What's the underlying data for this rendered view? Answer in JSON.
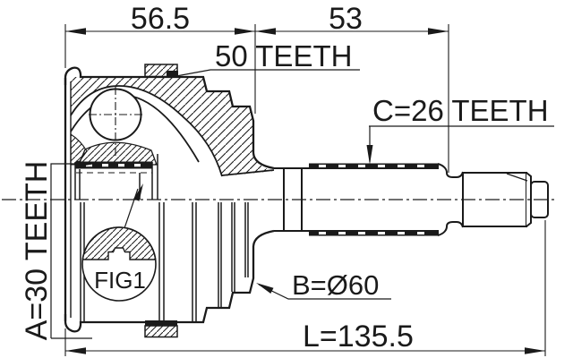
{
  "drawing": {
    "dims": {
      "top_left": "56.5",
      "top_right": "53",
      "overall_length": "L=135.5"
    },
    "labels": {
      "ring_teeth": "50 TEETH",
      "shaft_teeth": "C=26 TEETH",
      "hub_teeth": "A=30 TEETH",
      "detail": "FIG1",
      "bell_diameter": "B=Ø60"
    },
    "colors": {
      "line": "#1a1a1a",
      "background": "#ffffff"
    }
  }
}
